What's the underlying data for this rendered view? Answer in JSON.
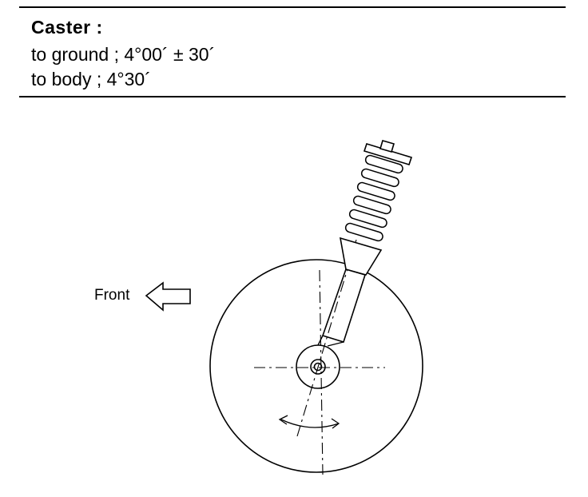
{
  "spec": {
    "title": "Caster :",
    "lines": [
      "to ground ; 4°00´ ± 30´",
      "to body ; 4°30´"
    ]
  },
  "diagram": {
    "front_label": "Front"
  }
}
